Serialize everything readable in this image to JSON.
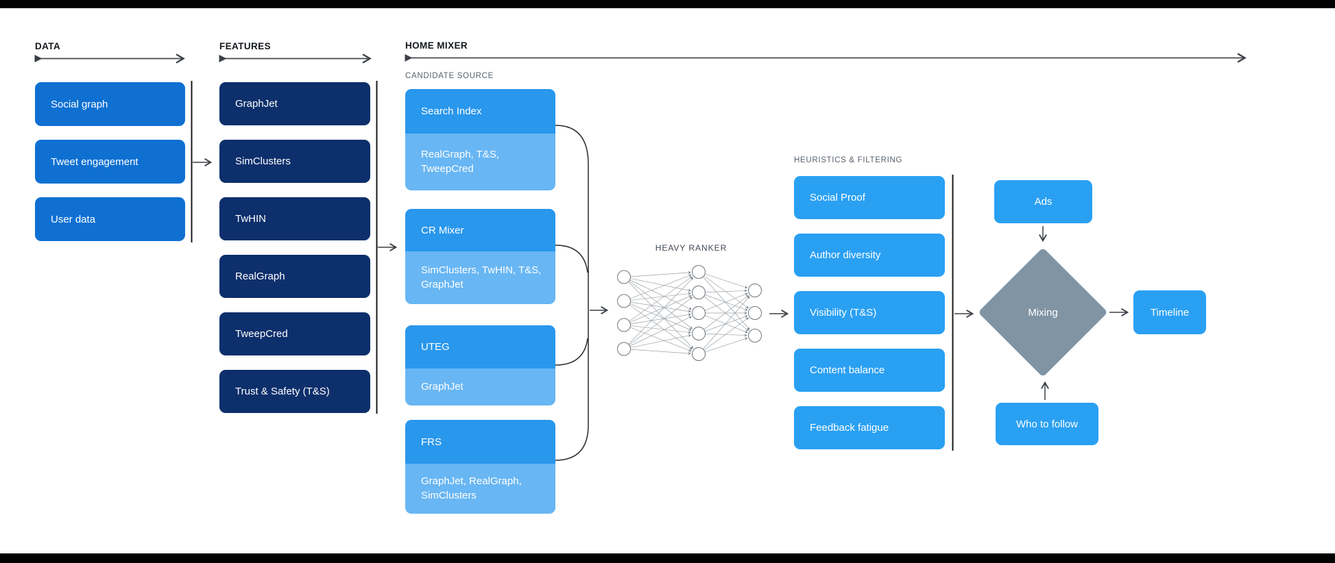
{
  "diagram": {
    "title_sections": {
      "data": {
        "label": "DATA",
        "items": [
          "Social graph",
          "Tweet engagement",
          "User data"
        ]
      },
      "features": {
        "label": "FEATURES",
        "items": [
          "GraphJet",
          "SimClusters",
          "TwHIN",
          "RealGraph",
          "TweepCred",
          "Trust & Safety (T&S)"
        ]
      },
      "home_mixer": {
        "label": "HOME MIXER",
        "candidate_source": {
          "label": "CANDIDATE SOURCE",
          "items": [
            {
              "title": "Search Index",
              "sources": "RealGraph, T&S, TweepCred"
            },
            {
              "title": "CR Mixer",
              "sources": "SimClusters, TwHIN, T&S, GraphJet"
            },
            {
              "title": "UTEG",
              "sources": "GraphJet"
            },
            {
              "title": "FRS",
              "sources": "GraphJet, RealGraph, SimClusters"
            }
          ]
        },
        "heavy_ranker": {
          "label": "HEAVY RANKER",
          "network_layers": [
            4,
            5,
            3
          ]
        },
        "heuristics_filtering": {
          "label": "HEURISTICS & FILTERING",
          "items": [
            "Social Proof",
            "Author diversity",
            "Visibility (T&S)",
            "Content balance",
            "Feedback fatigue"
          ]
        },
        "mixing_stage": {
          "ads": "Ads",
          "mixer": "Mixing",
          "who_to_follow": "Who to follow",
          "timeline": "Timeline"
        }
      }
    },
    "colors": {
      "data_box_blue": "#0f70d2",
      "feature_box_navy": "#0d2f6c",
      "candidate_header_blue": "#2997ec",
      "candidate_body_blue": "#68b6f3",
      "filter_box_blue": "#2aa0f3",
      "mixing_diamond_gray": "#8094a4",
      "frame_bar_black": "#000000"
    }
  }
}
